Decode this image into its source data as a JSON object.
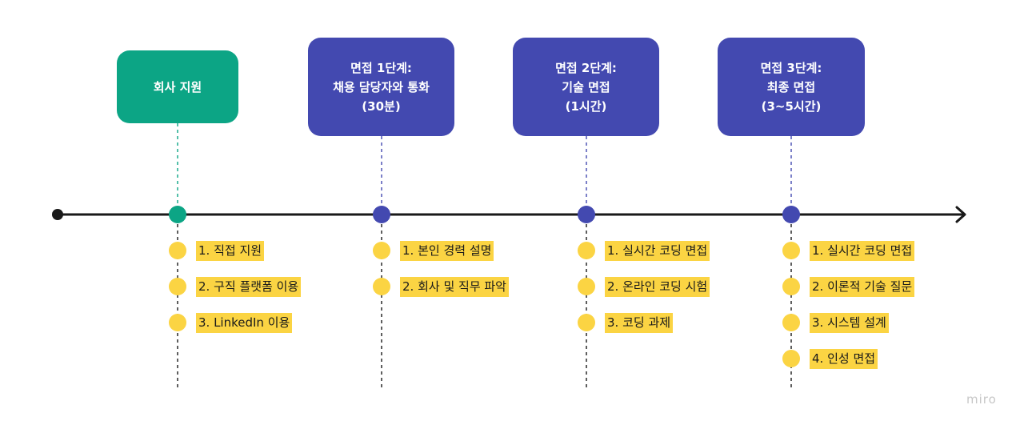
{
  "stages": [
    {
      "title_lines": [
        "회사 지원"
      ],
      "color": "#0ca585",
      "items": [
        "1. 직접 지원",
        "2. 구직 플랫폼 이용",
        "3. LinkedIn 이용"
      ]
    },
    {
      "title_lines": [
        "면접 1단계:",
        "채용 담당자와 통화",
        "(30분)"
      ],
      "color": "#4349b0",
      "items": [
        "1. 본인 경력 설명",
        "2. 회사 및 직무 파악"
      ]
    },
    {
      "title_lines": [
        "면접 2단계:",
        "기술 면접",
        "(1시간)"
      ],
      "color": "#4349b0",
      "items": [
        "1. 실시간 코딩 면접",
        "2. 온라인 코딩 시험",
        "3. 코딩 과제"
      ]
    },
    {
      "title_lines": [
        "면접 3단계:",
        "최종 면접",
        "(3~5시간)"
      ],
      "color": "#4349b0",
      "items": [
        "1. 실시간 코딩 면접",
        "2. 이론적 기술 질문",
        "3. 시스템 설계",
        "4. 인성 면접"
      ]
    }
  ],
  "colors": {
    "timeline": "#1a1a1a",
    "bullet": "#fbd443",
    "label_bg": "#fbd443"
  },
  "brand": "miro"
}
